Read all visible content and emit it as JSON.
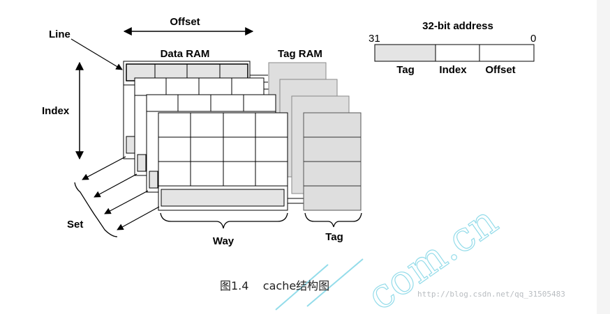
{
  "labels": {
    "offset": "Offset",
    "line": "Line",
    "data_ram": "Data RAM",
    "tag_ram": "Tag RAM",
    "index": "Index",
    "set": "Set",
    "way": "Way",
    "tag_bottom": "Tag"
  },
  "address": {
    "title": "32-bit address",
    "msb": "31",
    "lsb": "0",
    "fields": [
      "Tag",
      "Index",
      "Offset"
    ]
  },
  "caption": "图1.4    cache结构图",
  "watermark": {
    "url": "http://blog.csdn.net/qq_31505483",
    "domain_text": "com.cn"
  },
  "colors": {
    "gray_fill": "#e4e4e4",
    "tag_ram_fill": "#dedede",
    "watermark": "#3bbfd8"
  }
}
